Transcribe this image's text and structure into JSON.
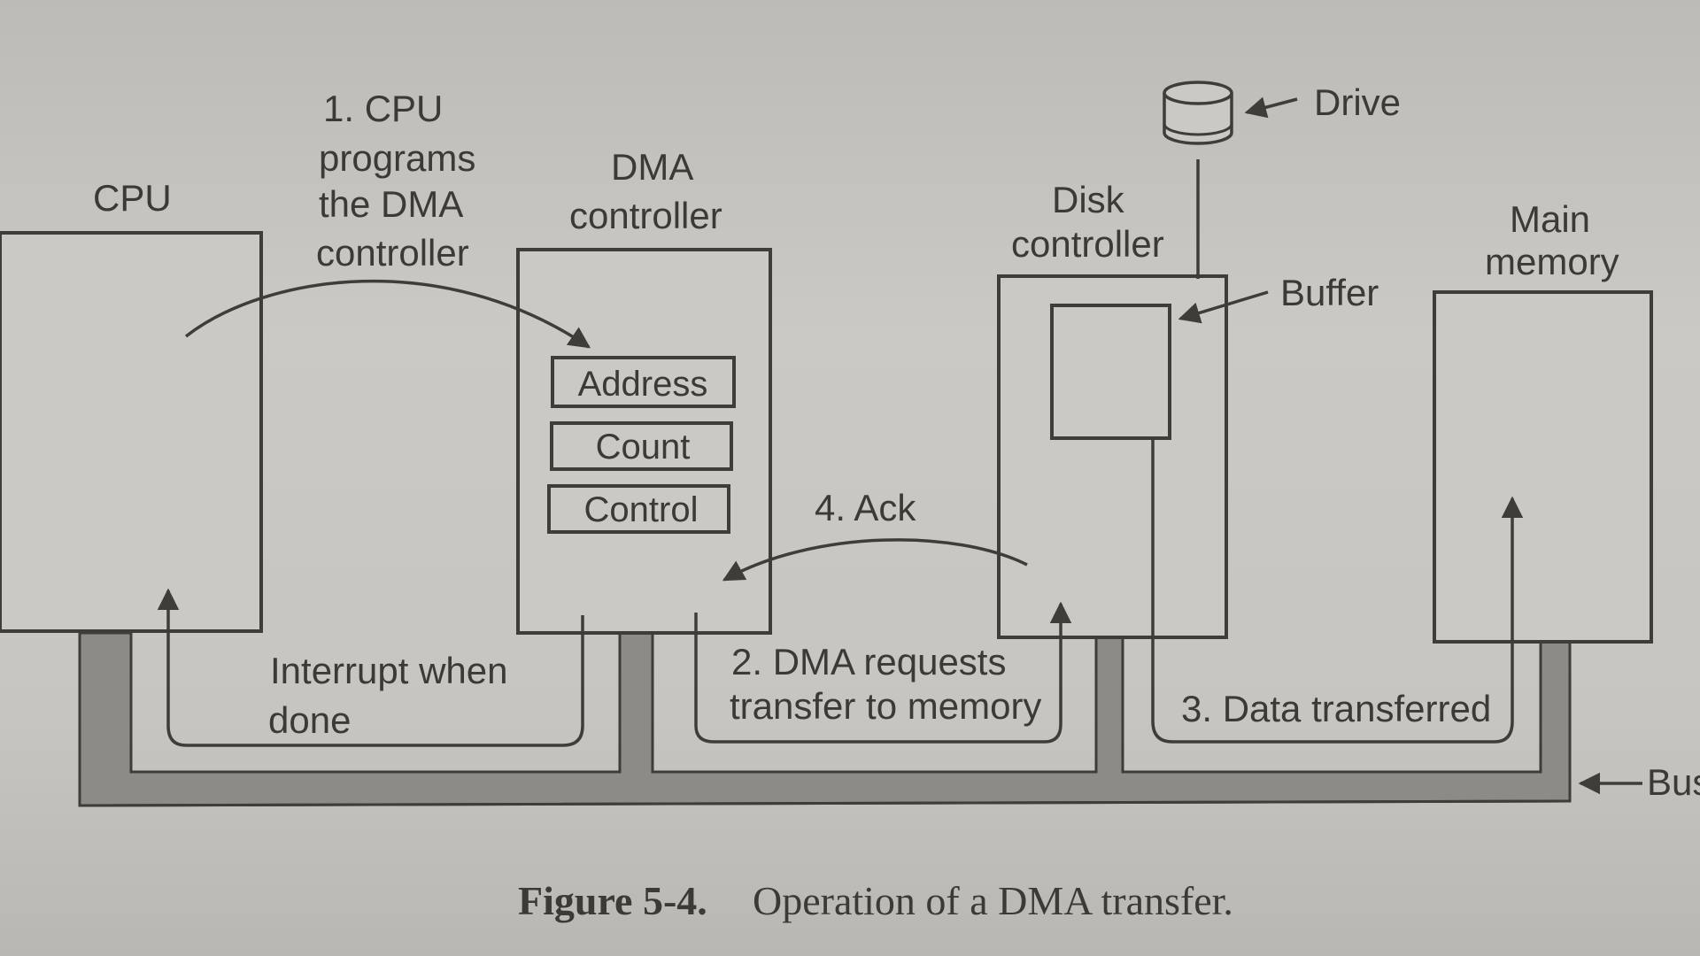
{
  "figure": {
    "step1_line1": "1. CPU",
    "step1_line2": "programs",
    "step1_line3": "the DMA",
    "step1_line4": "controller",
    "cpu_label": "CPU",
    "dma_label_line1": "DMA",
    "dma_label_line2": "controller",
    "registers": [
      "Address",
      "Count",
      "Control"
    ],
    "ack_label": "4. Ack",
    "disk_label_line1": "Disk",
    "disk_label_line2": "controller",
    "drive_label": "Drive",
    "buffer_label": "Buffer",
    "memory_label_line1": "Main",
    "memory_label_line2": "memory",
    "interrupt_line1": "Interrupt when",
    "interrupt_line2": "done",
    "step2_line1": "2. DMA requests",
    "step2_line2": "transfer to memory",
    "step3_label": "3. Data transferred",
    "bus_label": "Bus"
  },
  "caption": {
    "number": "Figure 5-4.",
    "text": "Operation of a DMA transfer."
  },
  "colors": {
    "paper": "#c9c7c1",
    "bus_fill": "#8d8b86",
    "ink": "#3e3d3a"
  }
}
